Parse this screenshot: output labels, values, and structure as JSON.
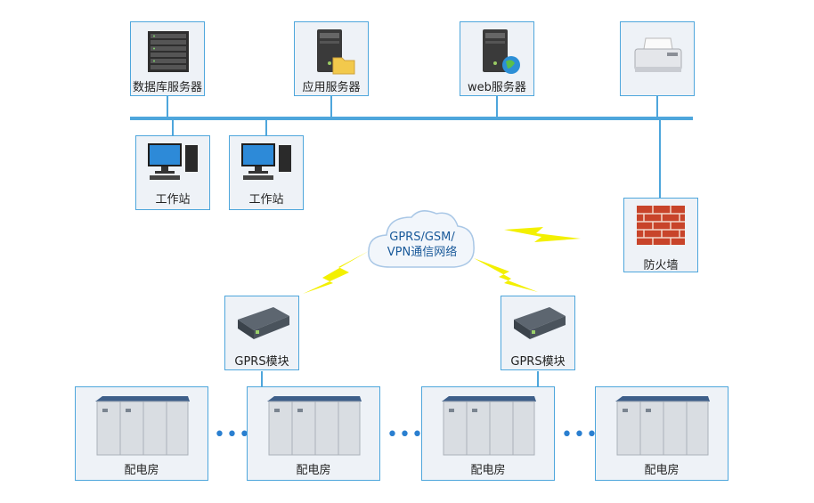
{
  "nodes": {
    "db_server": "数据库服务器",
    "app_server": "应用服务器",
    "web_server": "web服务器",
    "workstation_1": "工作站",
    "workstation_2": "工作站",
    "firewall": "防火墙",
    "gprs_1": "GPRS模块",
    "gprs_2": "GPRS模块",
    "substation_1": "配电房",
    "substation_2": "配电房",
    "substation_3": "配电房",
    "substation_4": "配电房"
  },
  "network": {
    "line1": "GPRS/GSM/",
    "line2": "VPN通信网络"
  },
  "ellipsis": "•••",
  "icons": {
    "db_server": "rack-server-icon",
    "app_server": "server-folder-icon",
    "web_server": "server-globe-icon",
    "printer": "printer-icon",
    "workstation": "desktop-computer-icon",
    "firewall": "brick-wall-icon",
    "gprs": "gprs-modem-icon",
    "substation": "substation-cabinet-icon",
    "network": "cloud-icon",
    "wireless": "lightning-icon"
  },
  "colors": {
    "line": "#4ea6dc",
    "box_border": "#4ea6dc",
    "box_fill": "#eef2f7",
    "lightning": "#f3f000",
    "brick": "#c8442a"
  }
}
